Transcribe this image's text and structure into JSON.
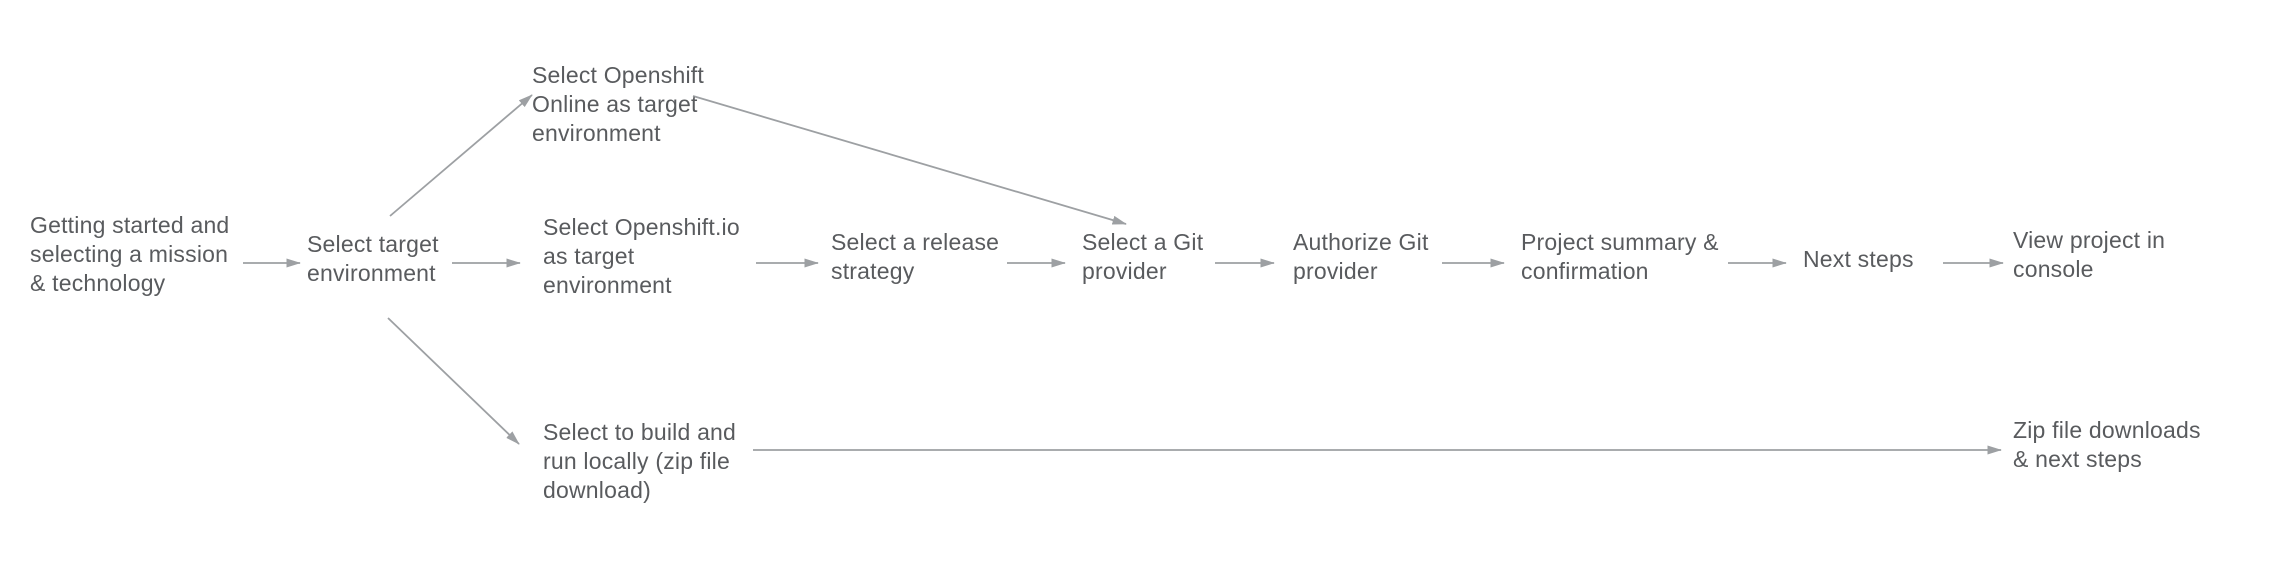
{
  "colors": {
    "background": "#ffffff",
    "text": "#595b5e",
    "arrow": "#9da0a3"
  },
  "flow": {
    "nodes": {
      "getting_started": {
        "lines": [
          "Getting started and",
          "selecting a mission",
          "& technology"
        ]
      },
      "select_target_environment": {
        "lines": [
          "Select target",
          "environment"
        ]
      },
      "select_openshift_online": {
        "lines": [
          "Select Openshift",
          "Online as target",
          "environment"
        ]
      },
      "select_openshift_io": {
        "lines": [
          "Select Openshift.io",
          "as target",
          "environment"
        ]
      },
      "select_release_strategy": {
        "lines": [
          "Select a release",
          "strategy"
        ]
      },
      "select_git_provider": {
        "lines": [
          "Select a Git",
          "provider"
        ]
      },
      "authorize_git_provider": {
        "lines": [
          "Authorize Git",
          "provider"
        ]
      },
      "project_summary_confirmation": {
        "lines": [
          "Project summary &",
          "confirmation"
        ]
      },
      "next_steps": {
        "lines": [
          "Next steps"
        ]
      },
      "view_project_in_console": {
        "lines": [
          "View project in",
          "console"
        ]
      },
      "build_run_locally": {
        "lines": [
          "Select to build and",
          "run locally (zip file",
          "download)"
        ]
      },
      "zip_file_downloads": {
        "lines": [
          "Zip file downloads",
          "& next steps"
        ]
      }
    },
    "edges": [
      {
        "from": "getting_started",
        "to": "select_target_environment"
      },
      {
        "from": "select_target_environment",
        "to": "select_openshift_online"
      },
      {
        "from": "select_target_environment",
        "to": "select_openshift_io"
      },
      {
        "from": "select_target_environment",
        "to": "build_run_locally"
      },
      {
        "from": "select_openshift_online",
        "to": "select_git_provider"
      },
      {
        "from": "select_openshift_io",
        "to": "select_release_strategy"
      },
      {
        "from": "select_release_strategy",
        "to": "select_git_provider"
      },
      {
        "from": "select_git_provider",
        "to": "authorize_git_provider"
      },
      {
        "from": "authorize_git_provider",
        "to": "project_summary_confirmation"
      },
      {
        "from": "project_summary_confirmation",
        "to": "next_steps"
      },
      {
        "from": "next_steps",
        "to": "view_project_in_console"
      },
      {
        "from": "build_run_locally",
        "to": "zip_file_downloads"
      }
    ]
  }
}
